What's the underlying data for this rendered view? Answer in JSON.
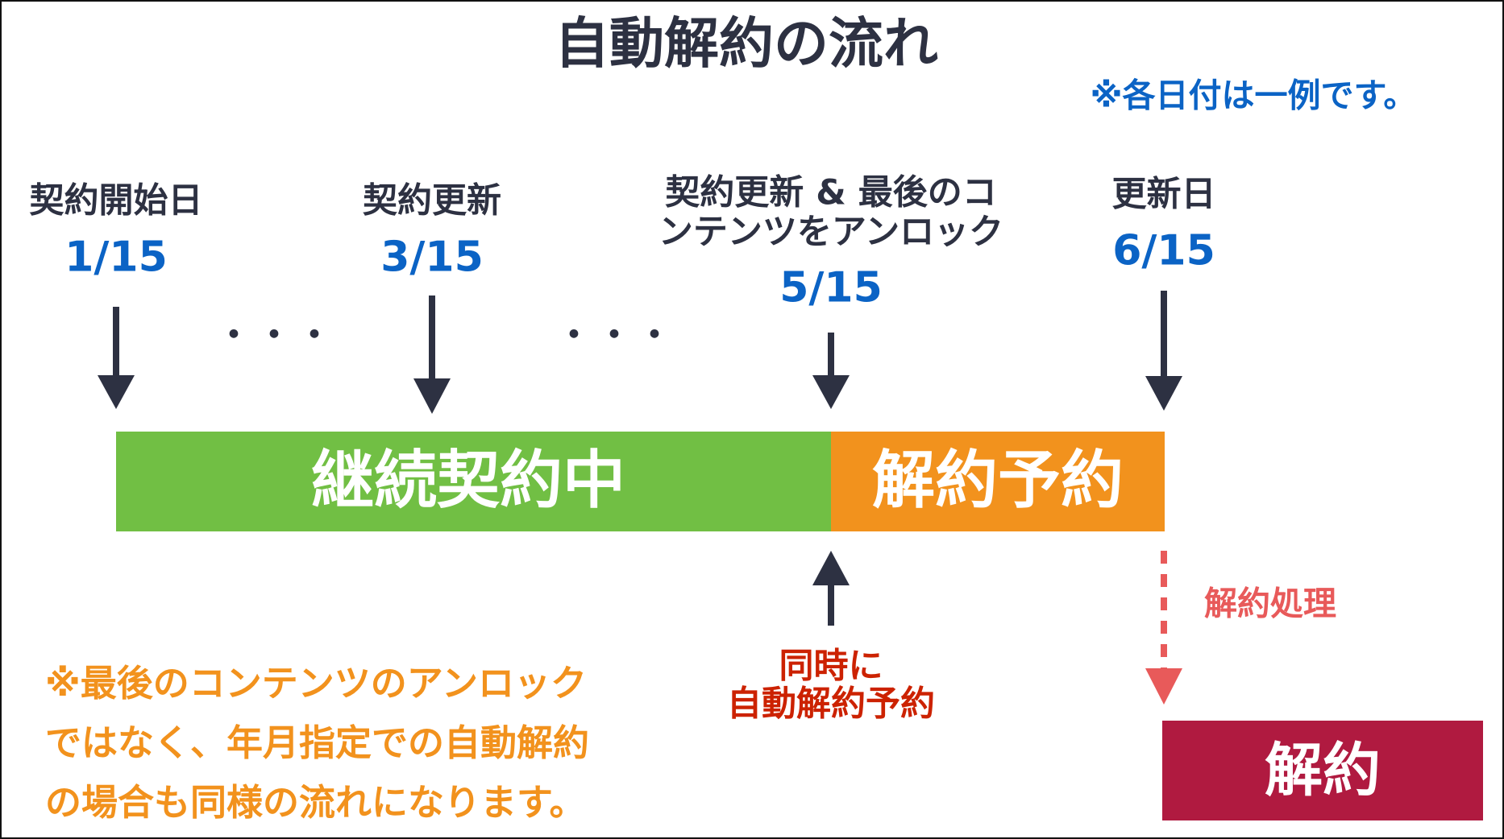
{
  "title": "自動解約の流れ",
  "note_top": "※各日付は一例です。",
  "milestones": [
    {
      "label": "契約開始日",
      "date": "1/15"
    },
    {
      "label": "契約更新",
      "date": "3/15"
    },
    {
      "label_lines": [
        "契約更新 & 最後のコ",
        "ンテンツをアンロック"
      ],
      "date": "5/15"
    },
    {
      "label": "更新日",
      "date": "6/15"
    }
  ],
  "ellipsis": "・・・",
  "phases": {
    "active": "継続契約中",
    "reserved": "解約予約"
  },
  "simultaneous_lines": [
    "同時に",
    "自動解約予約"
  ],
  "process_label": "解約処理",
  "cancel_label": "解約",
  "footnote_lines": [
    "※最後のコンテンツのアンロック",
    "ではなく、年月指定での自動解約",
    "の場合も同様の流れになります。"
  ],
  "colors": {
    "dark": "#2d3142",
    "blue": "#0b63c5",
    "green": "#71bf44",
    "orange": "#f2921d",
    "red": "#e85a5a",
    "crimson": "#b01a40"
  }
}
